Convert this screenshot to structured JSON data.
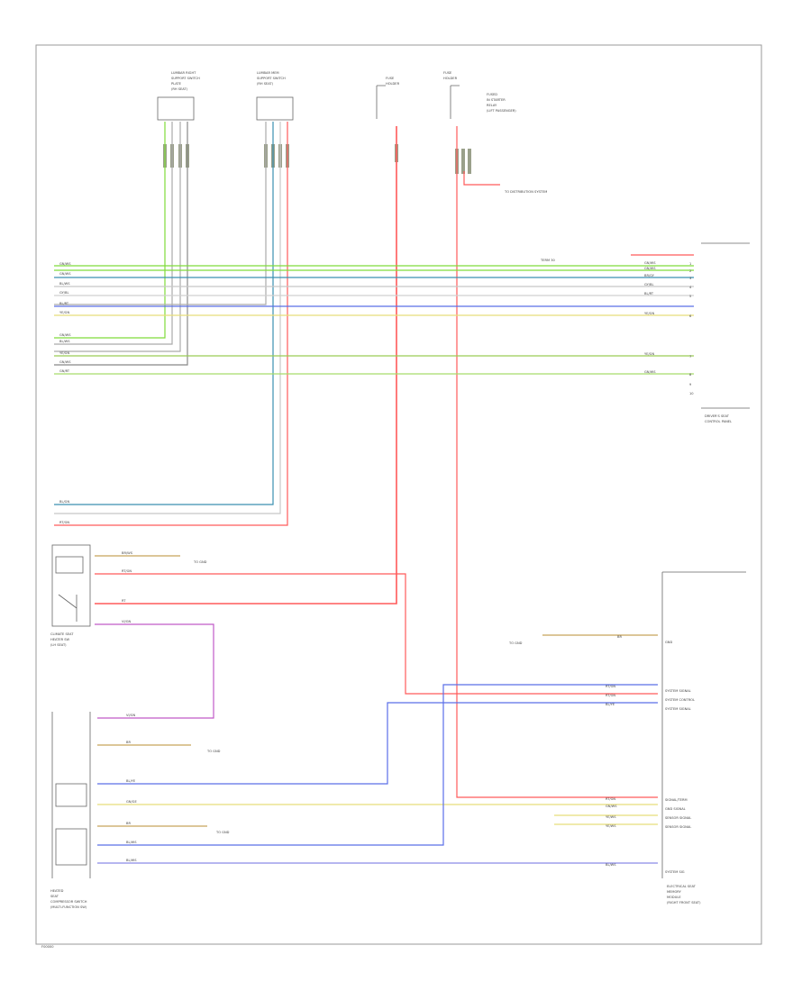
{
  "diagram": {
    "footer_code": "F00000",
    "colors": {
      "green": "#7fdc3a",
      "blue": "#5a6fe8",
      "teal": "#3a8fb0",
      "red": "#ff5a5a",
      "violet": "#c05ac8",
      "yellow": "#e8de7a",
      "tan": "#c8a45a",
      "gray": "#888888",
      "light": "#d8d8d8"
    },
    "components": {
      "lumbar_left": [
        "LUMBAR RIGHT",
        "SUPPORT SWITCH",
        "PLATE",
        "(RH SEAT)"
      ],
      "lumbar_right": [
        "LUMBAR MEM",
        "SUPPORT SWITCH",
        "(RH SEAT)"
      ],
      "fuse_a": [
        "FUSE",
        "HOLDER"
      ],
      "fuse_b": [
        "FUSE",
        "HOLDER"
      ],
      "power_label": [
        "FUSED",
        "IN STARTER",
        "RELAY",
        "(LIFT PASSENGER)"
      ],
      "control_power": "TO DISTRIBUTION SYSTEM",
      "seat_module": [
        "DRIVER'S SEAT",
        "CONTROL PANEL"
      ],
      "climate_switch": [
        "CLIMATE SEAT",
        "HEATER SW",
        "(LH SEAT)"
      ],
      "heated_seat_switch": [
        "HEATED",
        "SEAT",
        "COMPRESSOR SWITCH",
        "(MULTI-FUNCTION SW)"
      ],
      "passenger_module": [
        "ELECTRICAL SEAT",
        "MEMORY",
        "MODULE",
        "(RIGHT FRONT SEAT)"
      ]
    },
    "wire_labels_left": [
      "GN/WS",
      "GN/WS",
      "BL/WS",
      "GY/BL",
      "BL/RT",
      "YE/GN",
      "GN/WS",
      "BL/WS",
      "YE/GN",
      "GN/WS",
      "GN/RT",
      "BL/GN",
      "RT/GN"
    ],
    "wire_labels_right": [
      "GN/WS",
      "GN/WS",
      "BR/GY",
      "GY/BL",
      "BL/RT",
      "YE/GN",
      "YE/GN",
      "GN/WS"
    ],
    "right_pins": [
      "1",
      "2",
      "3",
      "4",
      "5",
      "6",
      "7",
      "8",
      "9",
      "10"
    ],
    "switch_wire_labels": [
      "BR/WS",
      "RT/GN",
      "RT",
      "VI/GN"
    ],
    "bottom_wire_labels": [
      "VI/GN",
      "BR",
      "BL/YE",
      "GN/GE",
      "BR",
      "BL/WS",
      "BL/WS"
    ],
    "module_wire_labels": [
      "BR",
      "RT/GN",
      "RT/GN",
      "BL/YE",
      "RT/GN",
      "GN/WS",
      "YE/WS",
      "YE/WS",
      "BL/WS"
    ],
    "module_outputs": [
      "GND",
      "SYSTEM SIGNAL",
      "SYSTEM CONTROL",
      "SYSTEM SIGNAL",
      "SIGNAL/TERM",
      "GND SIGNAL",
      "SENSOR SIGNAL",
      "SENSOR SIGNAL",
      "SYSTEM SIG"
    ],
    "ground_labels": [
      "TO GND",
      "TO GND",
      "TO GND",
      "TO GND"
    ],
    "side_note": "TERM 30"
  }
}
